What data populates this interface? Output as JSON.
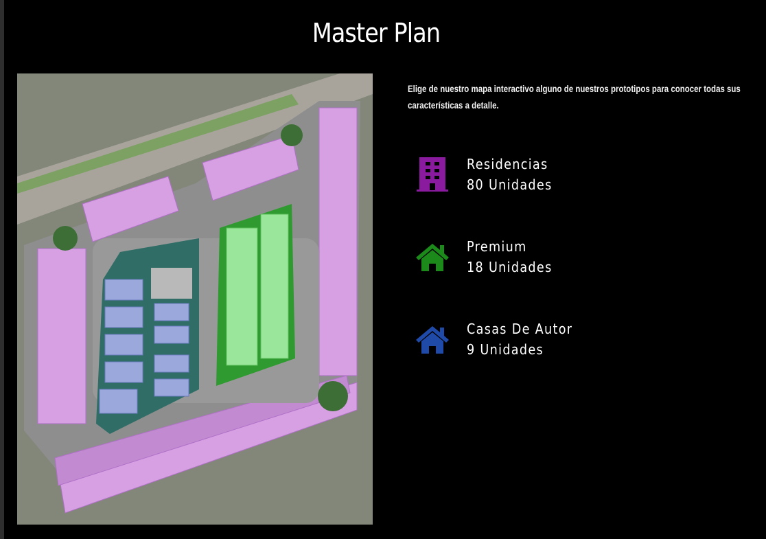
{
  "header": {
    "title": "Master Plan"
  },
  "intro": "Elige de nuestro mapa interactivo alguno de nuestros prototipos para conocer todas sus características a detalle.",
  "legend": [
    {
      "name": "Residencias",
      "units": "80 Unidades",
      "icon": "building-icon",
      "color": "#8a1a9e"
    },
    {
      "name": "Premium",
      "units": "18 Unidades",
      "icon": "house-icon",
      "color": "#1b8a1b"
    },
    {
      "name": "Casas De Autor",
      "units": "9 Unidades",
      "icon": "house-icon",
      "color": "#1f4aa8"
    }
  ],
  "map": {
    "colors": {
      "residencias": "#d9a6e6",
      "premium": "#8fe08f",
      "autor": "#8fa0d8"
    }
  }
}
